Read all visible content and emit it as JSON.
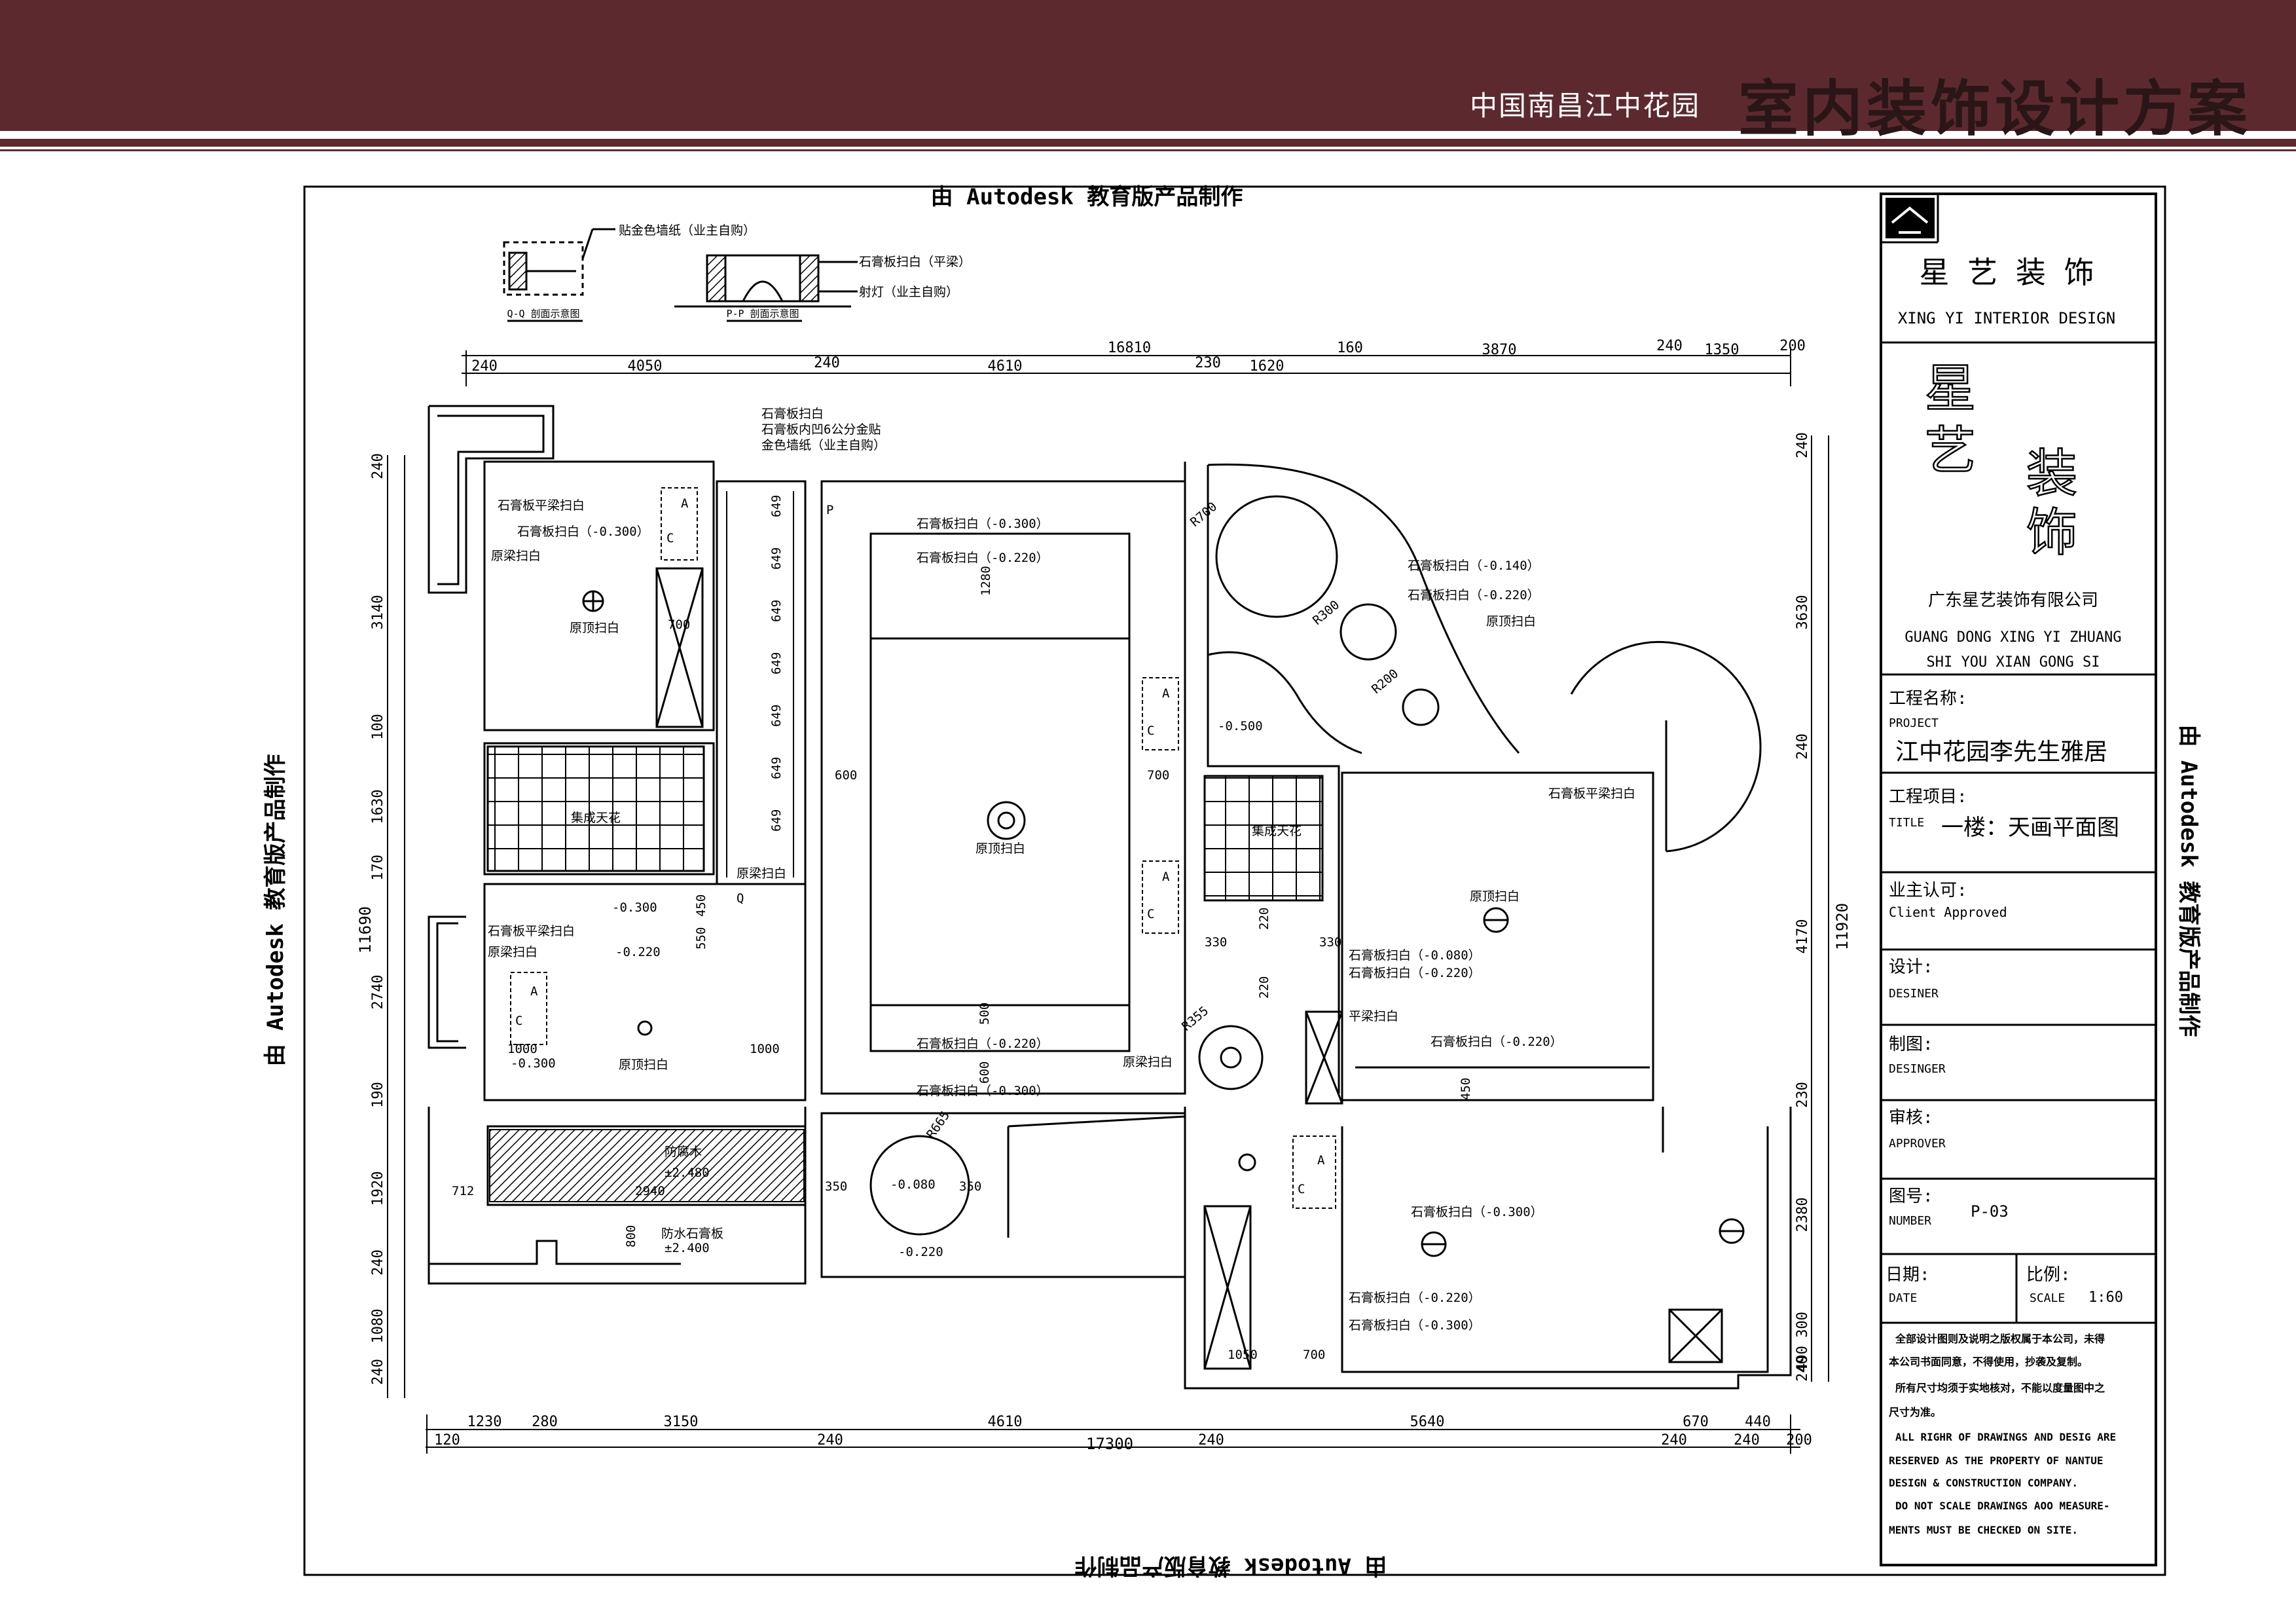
{
  "header": {
    "subtitle": "中国南昌江中花园",
    "title": "室内装饰设计方案",
    "band_color": "#5c2a2e"
  },
  "watermark": "由 Autodesk 教育版产品制作",
  "section_details": {
    "q_label": "Q-Q 剖面示意图",
    "p_label": "P-P 剖面示意图",
    "q_note": "贴金色墙纸（业主自购）",
    "p_note_1": "石膏板扫白（平梁）",
    "p_note_2": "射灯（业主自购）"
  },
  "dimensions": {
    "top_total": "16810",
    "top_segments": [
      "240",
      "4050",
      "240",
      "4610",
      "230",
      "1620",
      "160",
      "3870",
      "240",
      "1350",
      "200"
    ],
    "bottom_total": "17300",
    "bottom_segments_upper": [
      "1230",
      "280",
      "3150",
      "4610",
      "5640",
      "670",
      "440"
    ],
    "bottom_segments_lower": [
      "120",
      "240",
      "240",
      "240",
      "240",
      "200"
    ],
    "left_total": "11690",
    "left_segments": [
      "240",
      "3140",
      "100",
      "1630",
      "170",
      "2740",
      "190",
      "1920",
      "240",
      "1080",
      "240"
    ],
    "right_total": "11920",
    "right_segments": [
      "240",
      "3630",
      "240",
      "4170",
      "230",
      "2380",
      "300",
      "490",
      "240"
    ]
  },
  "annotations": {
    "top_stack": [
      "石膏板扫白",
      "石膏板内凹6公分金贴",
      "金色墙纸（业主自购）"
    ],
    "lr_flat": "石膏板平梁扫白",
    "lr_300": "石膏板扫白（-0.300）",
    "lr_orig": "原梁扫白",
    "lr_top": "原顶扫白",
    "dining_300": "石膏板扫白（-0.300）",
    "dining_220": "石膏板扫白（-0.220）",
    "dining_1280": "1280",
    "dining_center": "原顶扫白",
    "dining_600": "600",
    "dining_700": "700",
    "dining_500": "500",
    "dining_600b": "600",
    "dining_bottom_220": "石膏板扫白（-0.220）",
    "dining_bottom_300": "石膏板扫白（-0.300）",
    "r700": "R700",
    "r300": "R300",
    "r200": "R200",
    "curve_140": "石膏板扫白（-0.140）",
    "curve_220": "石膏板扫白（-0.220）",
    "curve_top": "原顶扫白",
    "minus_500": "-0.500",
    "bath_label": "集成天花",
    "bath_label_2": "集成天花",
    "br_flat": "石膏板平梁扫白",
    "br_top": "原顶扫白",
    "br_080": "石膏板扫白（-0.080）",
    "br_220": "石膏板扫白（-0.220）",
    "br_flat2": "平梁扫白",
    "br_220b": "石膏板扫白（-0.220）",
    "br_450": "450",
    "r355": "R355",
    "orig_beam": "原梁扫白",
    "d330a": "330",
    "d330b": "330",
    "d220a": "220",
    "d220b": "220",
    "mid_300": "-0.300",
    "mid_450": "450",
    "mid_550": "550",
    "mid_flat": "石膏板平梁扫白",
    "mid_orig": "原梁扫白",
    "mid_220": "-0.220",
    "mid_1000a": "1000",
    "mid_1000b": "1000",
    "mid_neg300": "-0.300",
    "mid_top": "原顶扫白",
    "orig_beam2": "原梁扫白",
    "d700": "700",
    "stair_wood": "防腐木",
    "stair_level": "±2.480",
    "d712": "712",
    "d2940": "2940",
    "d800": "800",
    "stair_board": "防水石膏板",
    "stair_level2": "±2.400",
    "r665": "R665",
    "circ_080": "-0.080",
    "circ_220": "-0.220",
    "d350a": "350",
    "d350b": "350",
    "lower_300": "石膏板扫白（-0.300）",
    "lower_220": "石膏板扫白（-0.220）",
    "lower_300b": "石膏板扫白（-0.300）",
    "d1050": "1050",
    "d700b": "700",
    "d649": "649",
    "p_tag": "P",
    "q_tag": "Q",
    "a_tag": "A",
    "c_tag": "C"
  },
  "title_block": {
    "company_cn": "星 艺 装 饰",
    "company_en": "XING YI INTERIOR DESIGN",
    "logo_chars": [
      "星",
      "艺",
      "装",
      "饰"
    ],
    "company_full": "广东星艺装饰有限公司",
    "company_pinyin_1": "GUANG DONG XING YI ZHUANG",
    "company_pinyin_2": "SHI YOU XIAN GONG SI",
    "project_label": "工程名称:",
    "project_label_en": "PROJECT",
    "project_value": "江中花园李先生雅居",
    "title_label": "工程项目:",
    "title_label_en": "TITLE",
    "title_value": "一楼：天画平面图",
    "approval_label": "业主认可:",
    "approval_label_en": "Client Approved",
    "design_label": "设计:",
    "design_label_en": "DESINER",
    "draw_label": "制图:",
    "draw_label_en": "DESINGER",
    "review_label": "审核:",
    "review_label_en": "APPROVER",
    "number_label": "图号:",
    "number_label_en": "NUMBER",
    "number_value": "P-03",
    "date_label": "日期:",
    "date_label_en": "DATE",
    "scale_label": "比例:",
    "scale_label_en": "SCALE",
    "scale_value": "1:60",
    "notes": [
      "全部设计图则及说明之版权属于本公司，未得",
      "本公司书面同意，不得使用，抄袭及复制。",
      "所有尺寸均须于实地核对，不能以度量图中之",
      "尺寸为准。",
      "ALL RIGHR OF DRAWINGS AND DESIG ARE",
      "RESERVED AS THE PROPERTY OF NANTUE",
      "DESIGN & CONSTRUCTION COMPANY.",
      "DO NOT SCALE DRAWINGS AOO MEASURE-",
      "MENTS MUST BE CHECKED ON SITE."
    ]
  }
}
